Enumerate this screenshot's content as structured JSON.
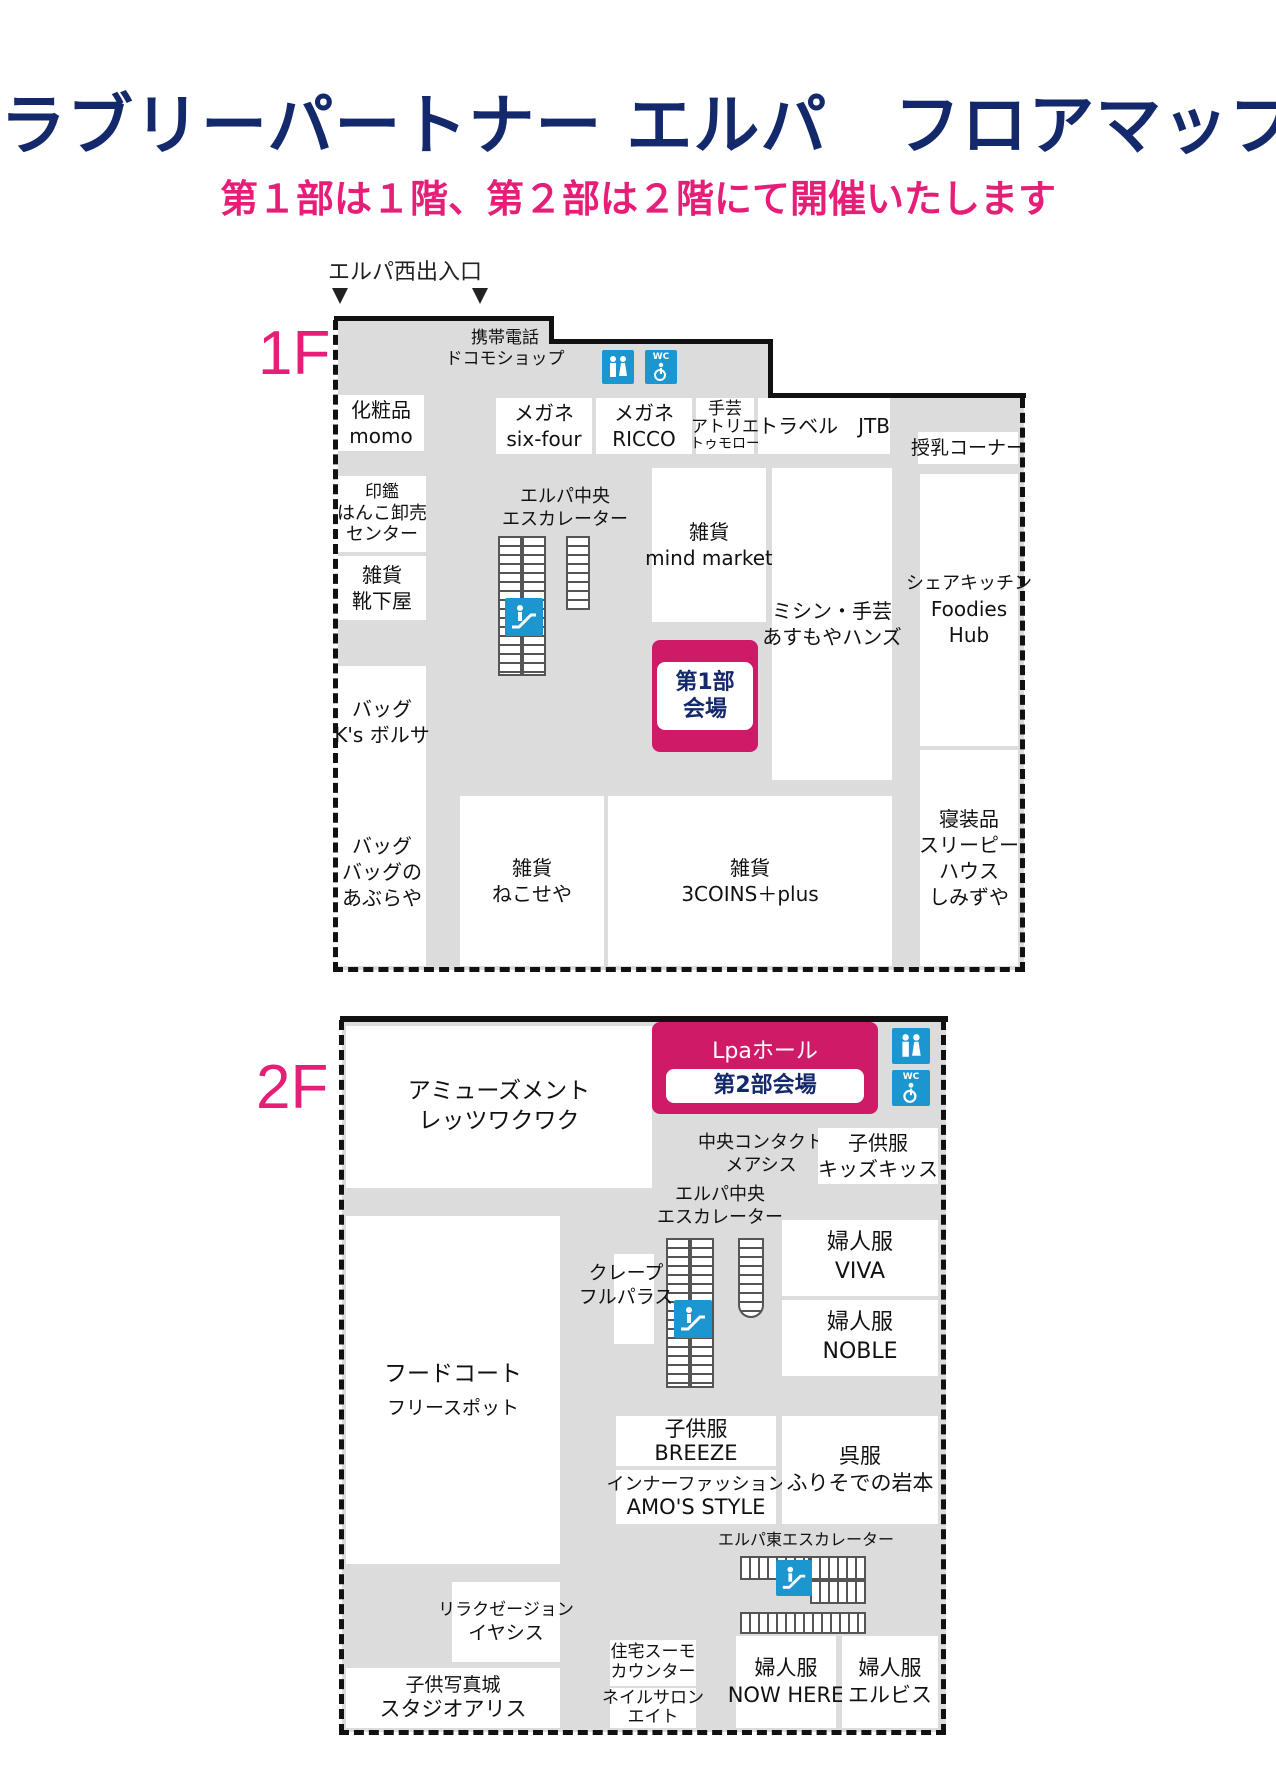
{
  "header": {
    "title": "ラブリーパートナー エルパ　フロアマップ",
    "subtitle": "第１部は１階、第２部は２階にて開催いたします"
  },
  "colors": {
    "navy": "#14296b",
    "magenta": "#e61e78",
    "venue": "#cf1a67",
    "icon_blue": "#1c96cf",
    "floor_gray": "#dcdcdc"
  },
  "floor1": {
    "label": "1F",
    "entrance": "エルパ西出入口",
    "shops": {
      "docomo": [
        "携帯電話",
        "ドコモショップ"
      ],
      "momo": [
        "化粧品",
        "momo"
      ],
      "sixfour": [
        "メガネ",
        "six-four"
      ],
      "ricco": [
        "メガネ",
        "RICCO"
      ],
      "atelier": [
        "手芸",
        "アトリエ",
        "トゥモロー"
      ],
      "jtb": [
        "トラベル　JTB"
      ],
      "nursing": [
        "授乳コーナー"
      ],
      "hanko": [
        "印鑑",
        "はんこ卸売",
        "センター"
      ],
      "kutsushita": [
        "雑貨",
        "靴下屋"
      ],
      "mindmarket": [
        "雑貨",
        "mind market"
      ],
      "asumoya": [
        "ミシン・手芸",
        "あすもやハンズ"
      ],
      "foodies": [
        "シェアキッチン",
        "Foodies",
        "Hub"
      ],
      "ksborsa": [
        "バッグ",
        "K's ボルサ"
      ],
      "aburaya": [
        "バッグ",
        "バッグの",
        "あぶらや"
      ],
      "nekoseya": [
        "雑貨",
        "ねこせや"
      ],
      "threecoins": [
        "雑貨",
        "3COINS＋plus"
      ],
      "shimizuya": [
        "寝装品",
        "スリーピー",
        "ハウス",
        "しみずや"
      ]
    },
    "escalator_label": [
      "エルパ中央",
      "エスカレーター"
    ],
    "venue": [
      "第1部",
      "会場"
    ]
  },
  "floor2": {
    "label": "2F",
    "shops": {
      "amusement": [
        "アミューズメント",
        "レッツワクワク"
      ],
      "contact": [
        "中央コンタクト",
        "メアシス"
      ],
      "kidskiss": [
        "子供服",
        "キッズキッス"
      ],
      "viva": [
        "婦人服",
        "VIVA"
      ],
      "noble": [
        "婦人服",
        "NOBLE"
      ],
      "foodcourt": [
        "フードコート",
        "フリースポット"
      ],
      "crepe": [
        "クレープ",
        "フルパラス"
      ],
      "breeze": [
        "子供服",
        "BREEZE"
      ],
      "amos": [
        "インナーファッション",
        "AMO'S STYLE"
      ],
      "iwamoto": [
        "呉服",
        "ふりそでの岩本"
      ],
      "iyasis": [
        "リラクゼージョン",
        "イヤシス"
      ],
      "studio": [
        "子供写真城",
        "スタジオアリス"
      ],
      "jutaku": [
        "住宅スーモ",
        "カウンター"
      ],
      "nail": [
        "ネイルサロン",
        "エイト"
      ],
      "nowhere": [
        "婦人服",
        "NOW HERE"
      ],
      "elbis": [
        "婦人服",
        "エルビス"
      ]
    },
    "central_escalator": [
      "エルパ中央",
      "エスカレーター"
    ],
    "east_escalator": "エルパ東エスカレーター",
    "hall_title": "Lpaホール",
    "venue": "第2部会場"
  },
  "icons": {
    "restroom": "restroom-icon",
    "accessible_wc": "accessible-wc-icon",
    "escalator": "escalator-icon",
    "wc_text": "WC"
  }
}
